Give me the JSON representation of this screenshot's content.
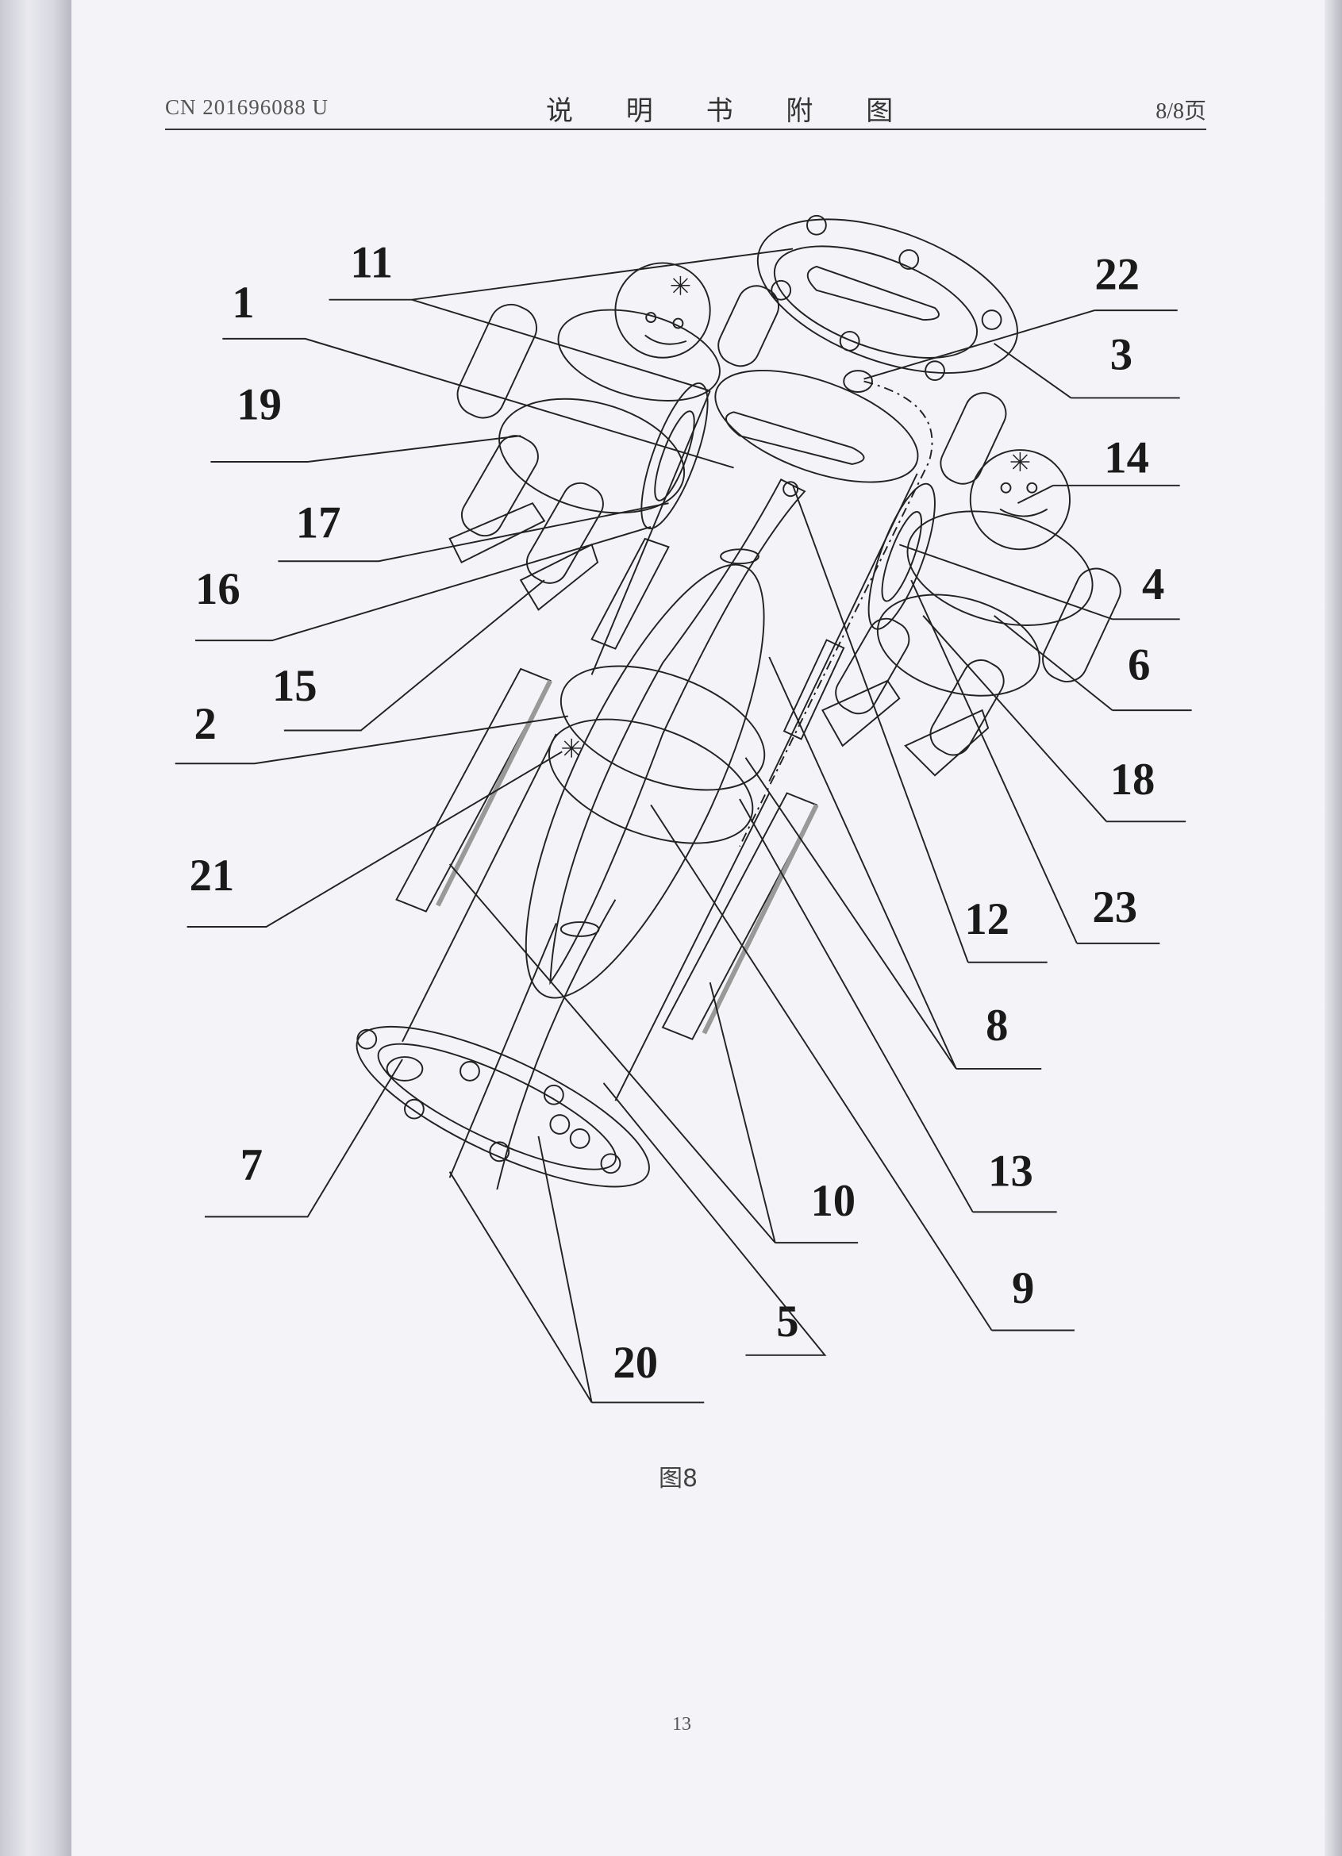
{
  "header": {
    "patent_number": "CN 201696088 U",
    "title": "说 明 书 附 图",
    "page_indicator": "8/8页"
  },
  "figure": {
    "caption": "图8",
    "labels": [
      "11",
      "1",
      "19",
      "17",
      "16",
      "15",
      "2",
      "21",
      "7",
      "20",
      "5",
      "10",
      "9",
      "13",
      "8",
      "12",
      "23",
      "18",
      "6",
      "4",
      "14",
      "3",
      "22"
    ]
  },
  "footer": {
    "page_number": "13"
  }
}
